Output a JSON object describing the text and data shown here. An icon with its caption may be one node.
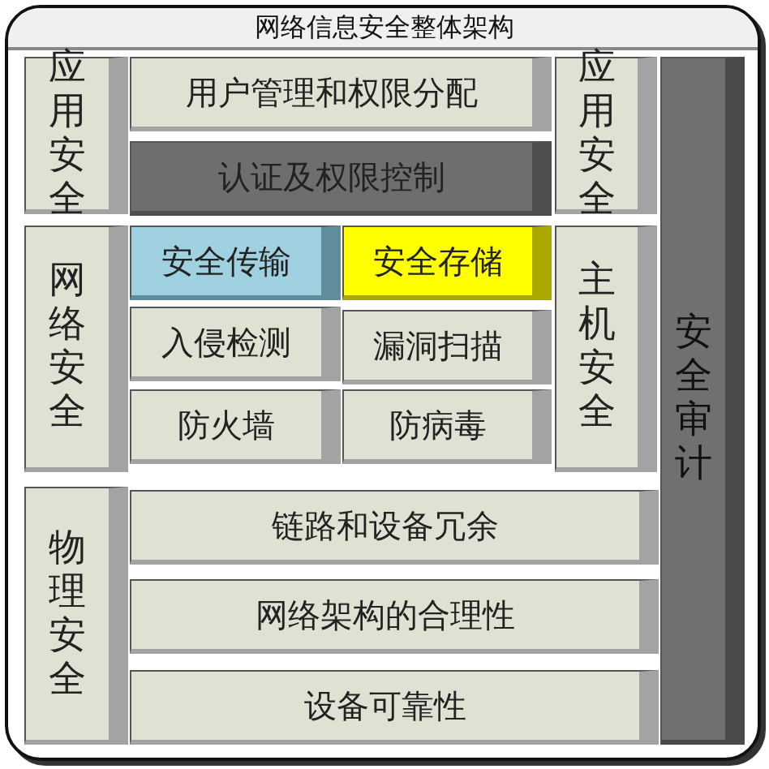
{
  "diagram": {
    "title": "网络信息安全整体架构",
    "nodes": [
      {
        "text": [
          "应用安全"
        ]
      },
      {
        "text": [
          "用户管理和权限分配"
        ]
      },
      {
        "text": [
          "应用安全"
        ]
      },
      {
        "text": [
          "安全审计"
        ]
      },
      {
        "text": [
          "认证及权限控制"
        ]
      },
      {
        "text": [
          "网络安全"
        ]
      },
      {
        "text": [
          "安全传输"
        ]
      },
      {
        "text": [
          "安全存储"
        ]
      },
      {
        "text": [
          "主机安全"
        ]
      },
      {
        "text": [
          "入侵检测"
        ]
      },
      {
        "text": [
          "漏洞扫描"
        ]
      },
      {
        "text": [
          "防火墙"
        ]
      },
      {
        "text": [
          "防病毒"
        ]
      },
      {
        "text": [
          "物理安全"
        ]
      },
      {
        "text": [
          "链路和设备冗余"
        ]
      },
      {
        "text": [
          "网络架构的合理性"
        ]
      },
      {
        "text": [
          "设备可靠性"
        ]
      }
    ]
  }
}
